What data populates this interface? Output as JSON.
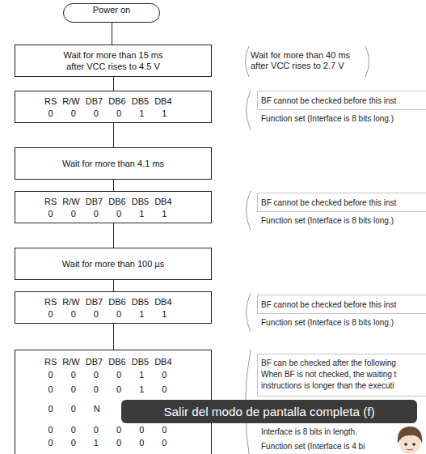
{
  "diagram": {
    "nodes": [
      {
        "text": [
          "Power on"
        ]
      },
      {
        "text": [
          "Wait for more than 15 ms after VCC rises to 4.5 V"
        ]
      },
      {
        "text": [
          "RS R/W DB7 DB6 DB5 DB4",
          "0 0 0 0 1 1"
        ]
      },
      {
        "text": [
          "Wait for more than 4.1 ms"
        ]
      },
      {
        "text": [
          "RS R/W DB7 DB6 DB5 DB4",
          "0 0 0 0 1 1"
        ]
      },
      {
        "text": [
          "Wait for more than 100 µs"
        ]
      },
      {
        "text": [
          "RS R/W DB7 DB6 DB5 DB4",
          "0 0 0 0 1 1"
        ]
      },
      {
        "text": [
          "RS R/W DB7 DB6 DB5 DB4",
          "0 0 0 0 1 0",
          "0 0 0 0 1 0",
          "0 0 N",
          "0 0 0 0 0 0",
          "0 0 1 0 0 0"
        ]
      }
    ],
    "edges": [
      {
        "from": 0,
        "to": 1,
        "arrow": "none"
      },
      {
        "from": 1,
        "to": 2,
        "arrow": "none"
      },
      {
        "from": 2,
        "to": 3,
        "arrow": "none"
      },
      {
        "from": 3,
        "to": 4,
        "arrow": "none"
      },
      {
        "from": 4,
        "to": 5,
        "arrow": "none"
      },
      {
        "from": 5,
        "to": 6,
        "arrow": "none"
      },
      {
        "from": 6,
        "to": 7,
        "arrow": "none"
      }
    ],
    "labels": [
      "Wait for more than 40 ms after VCC rises to 2.7 V",
      "BF cannot be checked before this inst",
      "Function set (Interface is 8 bits long.)",
      "BF cannot be checked before this inst",
      "Function set (Interface is 8 bits long.)",
      "BF cannot be checked before this inst",
      "Function set (Interface is 8 bits long.)",
      "BF can be checked after the following",
      "When BF is not checked, the waiting t",
      "instructions is longer than the executi",
      "Interface is 8 bits in length.",
      "Function set (Interface is 4 bi",
      "Salir del modo de pantalla completa (f)"
    ]
  }
}
